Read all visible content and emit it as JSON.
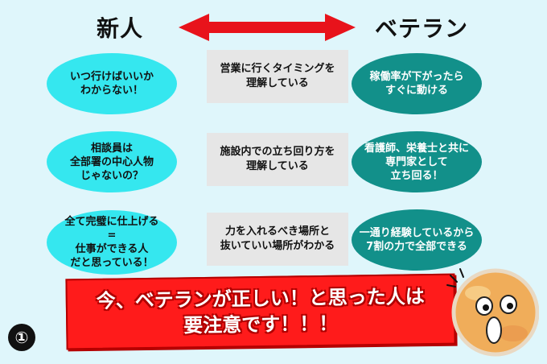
{
  "headers": {
    "left": "新人",
    "right": "ベテラン"
  },
  "rows": [
    {
      "newbie": "いつ行けばいいか\nわからない！",
      "middle": "営業に行くタイミングを\n理解している",
      "veteran": "稼働率が下がったら\nすぐに動ける"
    },
    {
      "newbie": "相談員は\n全部署の中心人物\nじゃないの？",
      "middle": "施設内での立ち回り方を\n理解している",
      "veteran": "看護師、栄養士と共に\n専門家として\n立ち回る！"
    },
    {
      "newbie": "全て完璧に仕上げる\n=\n仕事ができる人\nだと思っている！",
      "middle": "力を入れるべき場所と\n抜いていい場所がわかる",
      "veteran": "一通り経験しているから\n7割の力で全部できる"
    }
  ],
  "banner": {
    "text": "今、ベテランが正しい！と思った人は\n要注意です！！！"
  },
  "badge": {
    "number": "①"
  },
  "colors": {
    "newbie": "#35e7ef",
    "veteran": "#12908a",
    "arrow": "#e8131b",
    "banner": "#ff1b1b"
  }
}
